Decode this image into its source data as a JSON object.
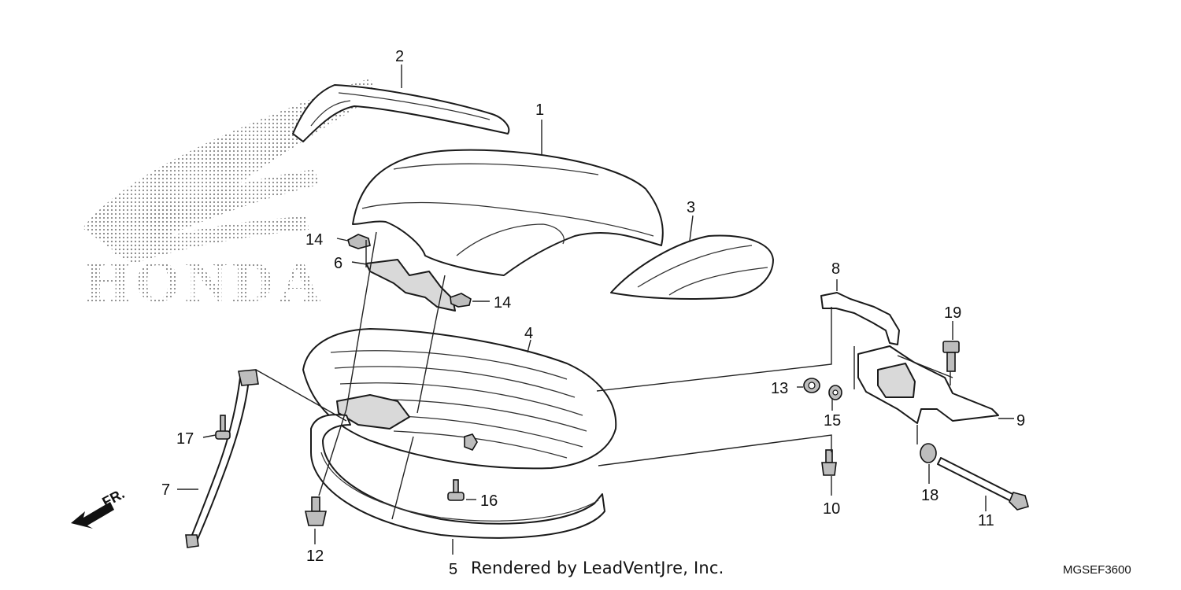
{
  "callouts": {
    "c1": "1",
    "c2": "2",
    "c3": "3",
    "c4": "4",
    "c5": "5",
    "c6": "6",
    "c7": "7",
    "c8": "8",
    "c9": "9",
    "c10": "10",
    "c11": "11",
    "c12": "12",
    "c13": "13",
    "c14a": "14",
    "c14b": "14",
    "c15": "15",
    "c16": "16",
    "c17": "17",
    "c18": "18",
    "c19": "19"
  },
  "front_marker": "FR.",
  "watermark": {
    "brand": "HONDA"
  },
  "footer": {
    "credit": "Rendered by LeadVentJre, Inc.",
    "code": "MGSEF3600"
  },
  "colors": {
    "line": "#1a1a1a",
    "watermark": "#8a8a8a",
    "background": "#ffffff"
  }
}
